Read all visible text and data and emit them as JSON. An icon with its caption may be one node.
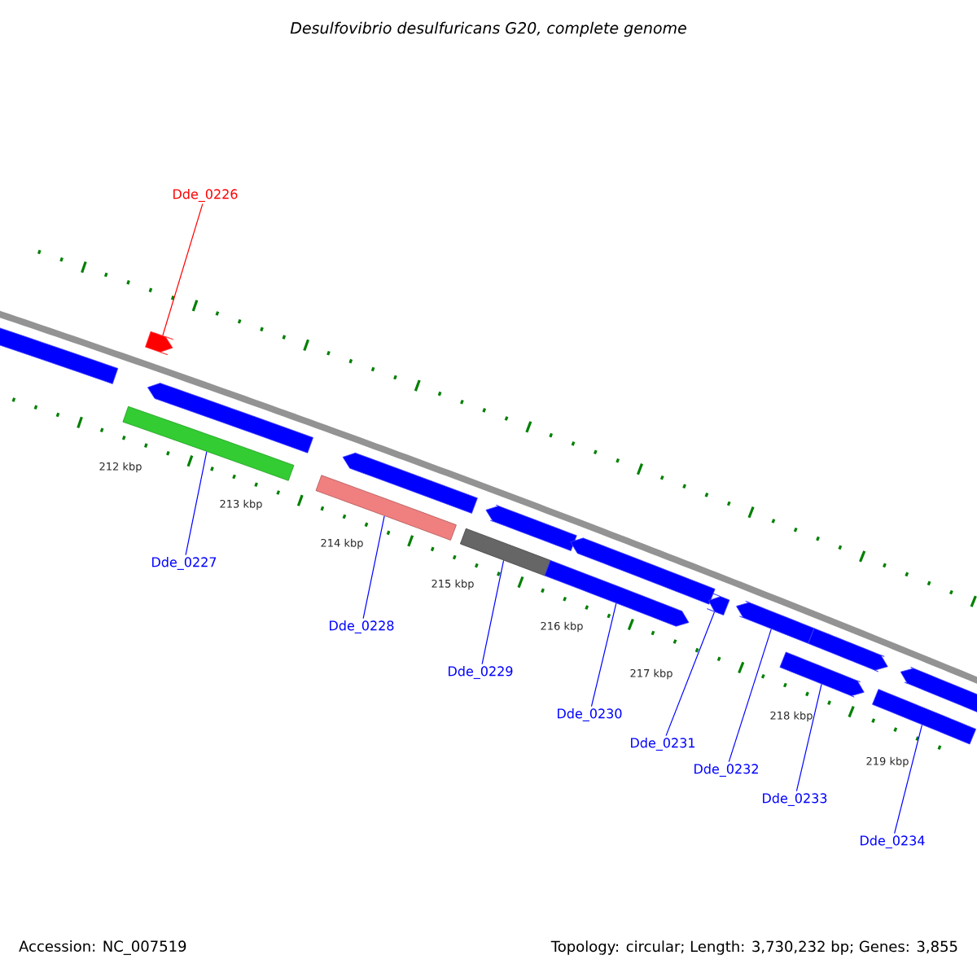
{
  "diagram": {
    "title": "Desulfovibrio desulfuricans G20, complete genome",
    "nodes": [
      {
        "text": [
          "Dde_0226"
        ]
      },
      {
        "text": [
          "Dde_0227"
        ]
      },
      {
        "text": [
          "Dde_0228"
        ]
      },
      {
        "text": [
          "Dde_0229"
        ]
      },
      {
        "text": [
          "Dde_0230"
        ]
      },
      {
        "text": [
          "Dde_0231"
        ]
      },
      {
        "text": [
          "Dde_0232"
        ]
      },
      {
        "text": [
          "Dde_0233"
        ]
      },
      {
        "text": [
          "Dde_0234"
        ]
      },
      {
        "text": [],
        "shape": "bar"
      },
      {
        "text": [],
        "shape": "pentagon"
      },
      {
        "text": [],
        "shape": "pentagon"
      },
      {
        "text": [],
        "shape": "bar"
      },
      {
        "text": [],
        "shape": "bar"
      },
      {
        "text": [],
        "shape": "pentagon"
      },
      {
        "text": [],
        "shape": "bar"
      },
      {
        "text": [],
        "shape": "pentagon"
      },
      {
        "text": [],
        "shape": "pentagon"
      },
      {
        "text": [],
        "shape": "pentagon"
      },
      {
        "text": [],
        "shape": "pentagon"
      },
      {
        "text": [],
        "shape": "pentagon"
      },
      {
        "text": [],
        "shape": "pentagon"
      },
      {
        "text": [],
        "shape": "pentagon"
      },
      {
        "text": [],
        "shape": "bar"
      },
      {
        "text": [],
        "shape": "pentagon"
      }
    ],
    "edges": [
      {
        "from": 0,
        "to": 10,
        "arrow": "none",
        "color": "#ff0000"
      },
      {
        "from": 1,
        "to": 12,
        "arrow": "none"
      },
      {
        "from": 2,
        "to": 13,
        "arrow": "none"
      },
      {
        "from": 3,
        "to": 15,
        "arrow": "none"
      },
      {
        "from": 4,
        "to": 17,
        "arrow": "none"
      },
      {
        "from": 5,
        "to": 19,
        "arrow": "none"
      },
      {
        "from": 6,
        "to": 20,
        "arrow": "none"
      },
      {
        "from": 7,
        "to": 21,
        "arrow": "none"
      },
      {
        "from": 8,
        "to": 23,
        "arrow": "none"
      }
    ],
    "labels": [
      "212 kbp",
      "213 kbp",
      "214 kbp",
      "215 kbp",
      "216 kbp",
      "217 kbp",
      "218 kbp",
      "219 kbp",
      "Accession: NC_007519",
      "Topology: circular; Length: 3,730,232 bp; Genes: 3,855"
    ]
  }
}
